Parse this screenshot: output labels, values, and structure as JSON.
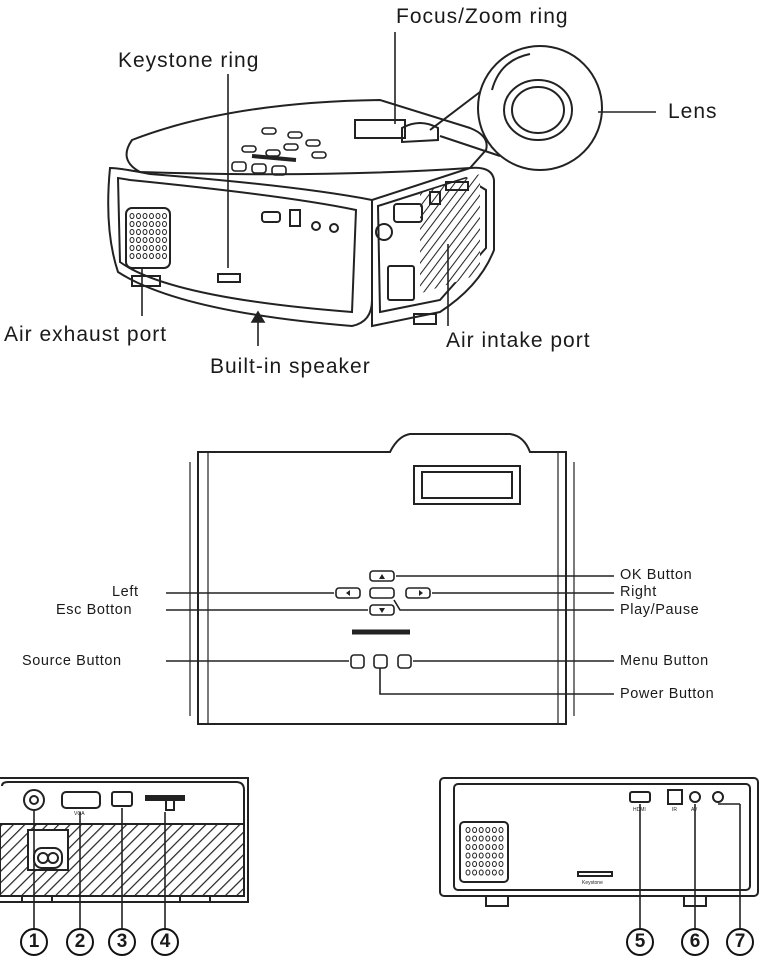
{
  "top_labels": {
    "focus_zoom": "Focus/Zoom ring",
    "keystone": "Keystone ring",
    "lens": "Lens",
    "air_exhaust": "Air exhaust port",
    "air_intake": "Air intake port",
    "speaker": "Built-in speaker"
  },
  "buttons": {
    "left": "Left",
    "esc": "Esc Botton",
    "source": "Source Button",
    "ok": "OK Button",
    "right": "Right",
    "play_pause": "Play/Pause",
    "menu": "Menu Button",
    "power": "Power Button"
  },
  "port_numbers": [
    "1",
    "2",
    "3",
    "4",
    "5",
    "6",
    "7"
  ],
  "tiny_marks": {
    "keystone": "Keystone",
    "hdmi": "HDMI",
    "av": "AV",
    "ir": "IR",
    "vga": "VGA"
  }
}
